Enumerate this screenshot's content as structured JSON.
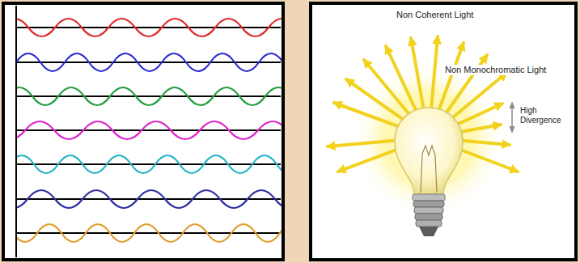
{
  "diagram": {
    "labels": [
      "Non Coherent Light",
      "Non Monochromatic Light",
      "High Divergence"
    ]
  }
}
